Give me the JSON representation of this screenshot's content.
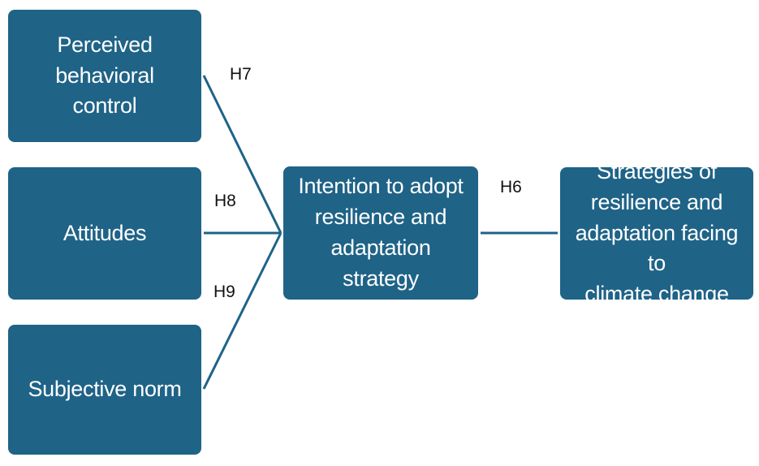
{
  "nodes": {
    "perceived_behavioral_control": "Perceived behavioral\ncontrol",
    "attitudes": "Attitudes",
    "subjective_norm": "Subjective norm",
    "intention": "Intention to adopt\nresilience and\nadaptation strategy",
    "strategies": "Strategies of\nresilience and\nadaptation facing to\nclimate change"
  },
  "hypotheses": {
    "h7": "H7",
    "h8": "H8",
    "h9": "H9",
    "h6": "H6"
  },
  "colors": {
    "box_fill": "#1f6387",
    "box_text": "#ffffff",
    "connector": "#1f6387",
    "label_text": "#111111"
  }
}
